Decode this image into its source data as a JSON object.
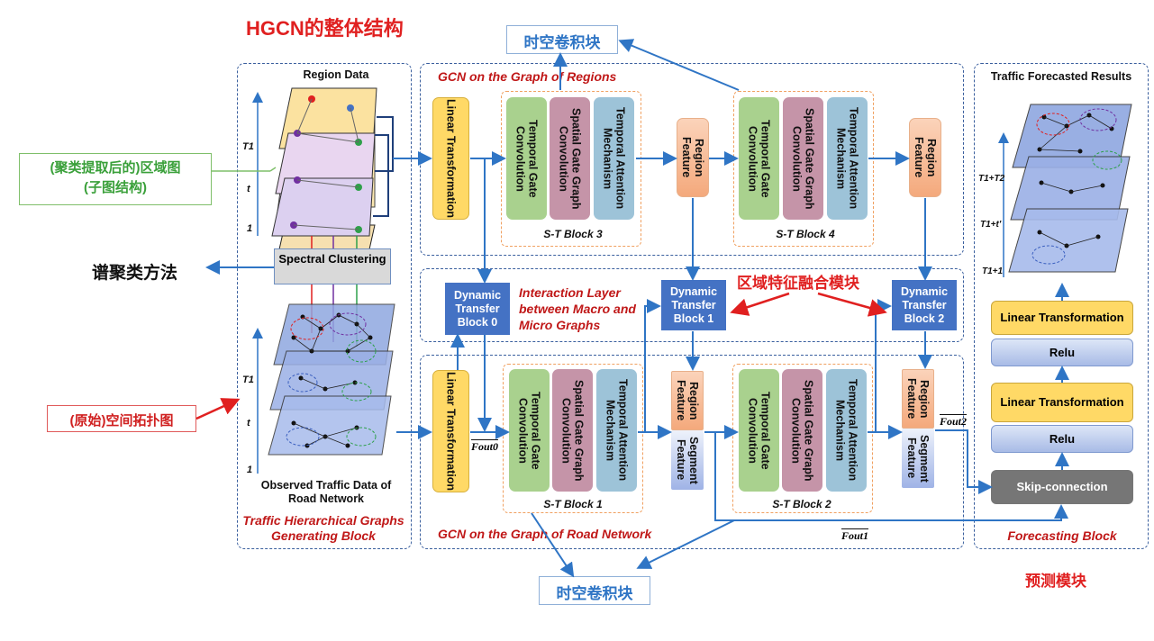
{
  "title": "HGCN的整体结构",
  "cn": {
    "st_block_top": "时空卷积块",
    "st_block_bottom": "时空卷积块",
    "region_graph_line1": "(聚类提取后的)区域图",
    "region_graph_line2": "(子图结构)",
    "spectral_method": "谱聚类方法",
    "original_topology": "(原始)空间拓扑图",
    "region_fusion": "区域特征融合模块",
    "forecast_module": "预测模块"
  },
  "left_panel": {
    "region_data": "Region Data",
    "spectral": "Spectral Clustering",
    "observed": "Observed Traffic Data of Road Network",
    "caption": "Traffic Hierarchical Graphs Generating Block",
    "ticks_top": [
      "T1",
      "t",
      "1"
    ],
    "ticks_bottom": [
      "T1",
      "t",
      "1"
    ]
  },
  "top_panel": {
    "title": "GCN on the Graph of Regions",
    "linear": "Linear Transformation",
    "block3": "S-T  Block 3",
    "block4": "S-T  Block 4",
    "tg": "Temporal Gate Convolution",
    "sg": "Spatial Gate Graph Convolution",
    "ta": "Temporal Attention Mechanism",
    "region_feature": "Region Feature"
  },
  "middle_panel": {
    "title": "Interaction Layer between Macro and Micro Graphs",
    "dyn0": "Dynamic Transfer Block 0",
    "dyn1": "Dynamic Transfer Block 1",
    "dyn2": "Dynamic Transfer Block 2"
  },
  "bottom_panel": {
    "title": "GCN on the Graph of Road Network",
    "linear": "Linear Transformation",
    "block1": "S-T  Block 1",
    "block2": "S-T  Block 2",
    "tg": "Temporal Gate Convolution",
    "sg": "Spatial Gate Graph Convolution",
    "ta": "Temporal Attention Mechanism",
    "region_feature": "Region Feature",
    "segment_feature": "Segment Feature",
    "fout0": "Fout0",
    "fout1": "Fout1",
    "fout2": "Fout2"
  },
  "right_panel": {
    "title": "Traffic Forecasted Results",
    "caption": "Forecasting Block",
    "linear1": "Linear Transformation",
    "relu1": "Relu",
    "linear2": "Linear Transformation",
    "relu2": "Relu",
    "skip": "Skip-connection",
    "ticks": [
      "T1+T2",
      "T1+t'",
      "T1+1"
    ]
  },
  "colors": {
    "panel_border": "#3a5f9e",
    "accent_red": "#e02020",
    "dyn_blue": "#4472c4",
    "yellow": "#ffd966",
    "green": "#a9d18e",
    "pink": "#c594a8",
    "light_blue": "#9dc3d8"
  }
}
